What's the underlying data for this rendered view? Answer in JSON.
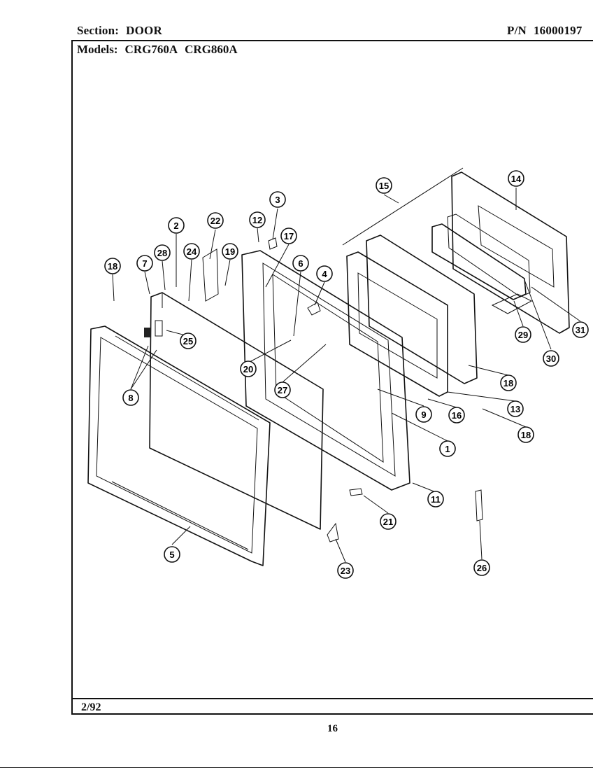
{
  "header": {
    "section_label": "Section:",
    "section_value": "DOOR",
    "pn_label": "P/N",
    "pn_value": "16000197"
  },
  "models": {
    "label": "Models:",
    "items": [
      "CRG760A",
      "CRG860A"
    ]
  },
  "footer": {
    "date": "2/92",
    "page_number": "16"
  },
  "callouts": [
    "1",
    "2",
    "3",
    "4",
    "5",
    "6",
    "7",
    "8",
    "9",
    "11",
    "12",
    "13",
    "14",
    "15",
    "16",
    "17",
    "18",
    "18",
    "18",
    "19",
    "20",
    "21",
    "22",
    "23",
    "24",
    "25",
    "26",
    "27",
    "28",
    "29",
    "30",
    "31"
  ]
}
